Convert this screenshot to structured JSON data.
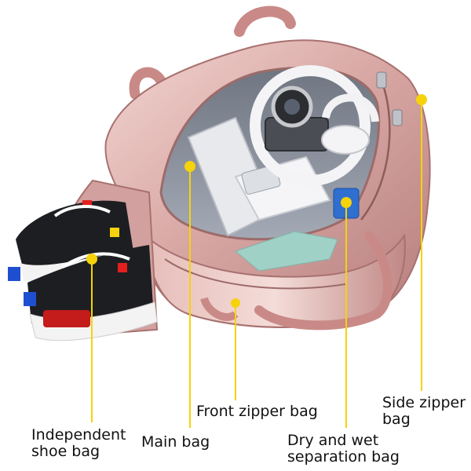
{
  "image": {
    "subject": "pink-travel-duffel-bag",
    "colors": {
      "bag": "#d9a9a6",
      "bag_dark": "#b57d7b",
      "bag_light": "#f3d6d2",
      "strap": "#c98a87",
      "interior": "#8f96a3",
      "callout_dot": "#f6d20b",
      "callout_line": "#f6d20b",
      "text": "#111111"
    }
  },
  "callouts": [
    {
      "id": "shoe",
      "text": "Independent\nshoe bag"
    },
    {
      "id": "main",
      "text": "Main bag"
    },
    {
      "id": "front",
      "text": "Front zipper bag"
    },
    {
      "id": "dry",
      "text": "Dry and wet\nseparation bag"
    },
    {
      "id": "side",
      "text": "Side zipper\nbag"
    }
  ]
}
